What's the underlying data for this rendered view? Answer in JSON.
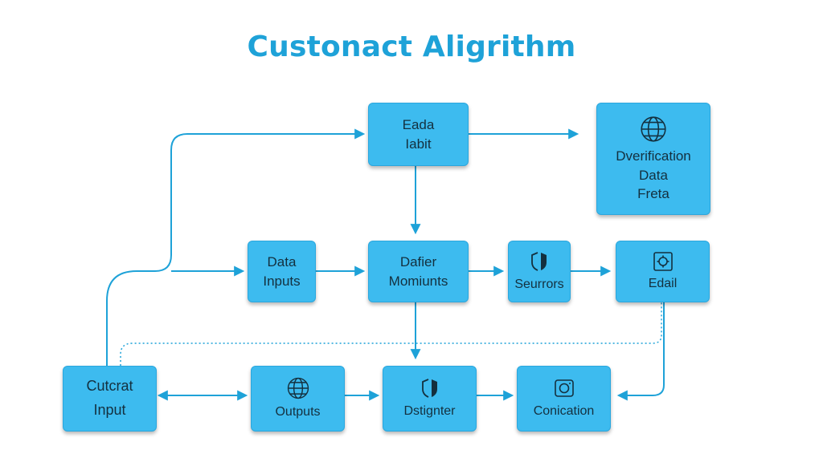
{
  "title": "Custonact Aligrithm",
  "nodes": {
    "eada": {
      "line1": "Eada",
      "line2": "Iabit"
    },
    "overification": {
      "line1": "Dverification",
      "line2": "Data",
      "line3": "Freta",
      "icon": "globe-icon"
    },
    "data_inputs": {
      "line1": "Data",
      "line2": "Inputs"
    },
    "dafier": {
      "line1": "Dafier",
      "line2": "Momiunts"
    },
    "seurrors": {
      "line1": "Seurrors",
      "icon": "split-shield-icon"
    },
    "edail": {
      "line1": "Edail",
      "icon": "gear-icon"
    },
    "cutcrat": {
      "line1": "Cutcrat",
      "line2": "Input"
    },
    "outputs": {
      "line1": "Outputs",
      "icon": "globe-icon"
    },
    "dstignter": {
      "line1": "Dstignter",
      "icon": "split-shield-icon"
    },
    "conication": {
      "line1": "Conication",
      "icon": "camera-icon"
    }
  },
  "colors": {
    "node_fill": "#3dbbef",
    "connector": "#1ea2d8",
    "title": "#1ea2d8",
    "text": "#14303f"
  }
}
